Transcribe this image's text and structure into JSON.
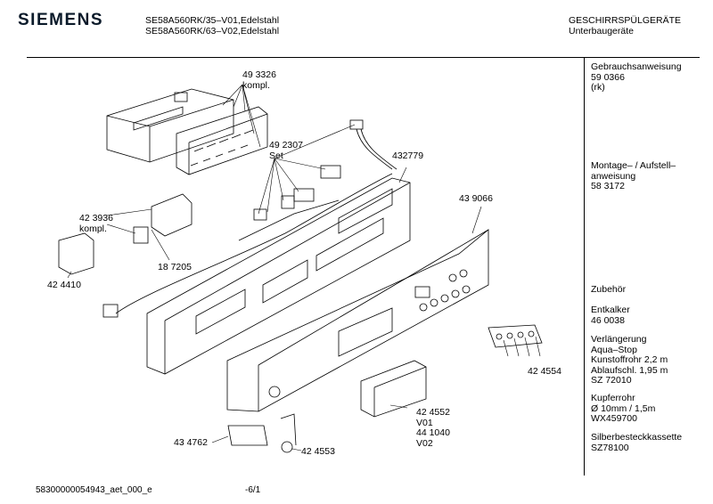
{
  "header": {
    "brand": "SIEMENS",
    "model_line_1": "SE58A560RK/35–V01,Edelstahl",
    "model_line_2": "SE58A560RK/63–V02,Edelstahl",
    "category_line_1": "GESCHIRRSPÜLGERÄTE",
    "category_line_2": "Unterbaugeräte"
  },
  "sidebar": {
    "manual_title": "Gebrauchsanweisung",
    "manual_number": "59 0366",
    "manual_language": "(rk)",
    "assembly_title_1": "Montage– / Aufstell–",
    "assembly_title_2": "anweisung",
    "assembly_number": "58 3172",
    "accessories_heading": "Zubehör",
    "descaler_label": "Entkalker",
    "descaler_number": "46 0038",
    "extension_1": "Verlängerung",
    "extension_2": "Aqua–Stop",
    "extension_3": "Kunstoffrohr 2,2 m",
    "extension_4": "Ablaufschl. 1,95 m",
    "extension_5": "SZ 72010",
    "copper_1": "Kupferrohr",
    "copper_2": "Ø 10mm / 1,5m",
    "copper_3": "WX459700",
    "cutlery_1": "Silberbesteckkassette",
    "cutlery_2": "SZ78100"
  },
  "parts": {
    "p493326_num": "49 3326",
    "p493326_note": "kompl.",
    "p492307_num": "49 2307",
    "p492307_note": "Set",
    "p432779": "432779",
    "p439066": "43 9066",
    "p423936_num": "42 3936",
    "p423936_note": "kompl.",
    "p187205": "18 7205",
    "p424410": "42 4410",
    "p424554": "42 4554",
    "p424552_num": "42 4552",
    "p424552_v": "V01",
    "p441040_num": "44 1040",
    "p441040_v": "V02",
    "p434762": "43 4762",
    "p424553": "42 4553"
  },
  "footer": {
    "doc_id": "58300000054943_aet_000_e",
    "page": "-6/1"
  }
}
